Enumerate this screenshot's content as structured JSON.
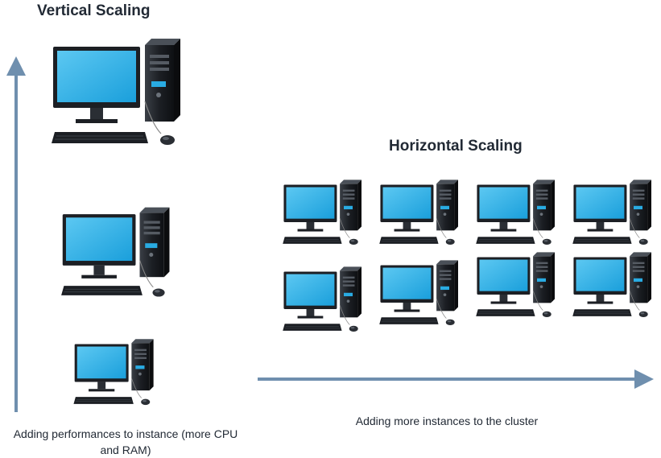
{
  "vertical": {
    "title": "Vertical Scaling",
    "caption": "Adding performances to instance (more CPU and RAM)",
    "computer_icon": "desktop-computer-icon"
  },
  "horizontal": {
    "title": "Horizontal Scaling",
    "caption": "Adding more instances to the cluster",
    "computer_icon": "desktop-computer-icon",
    "instance_count": 8
  },
  "colors": {
    "arrow": "#6f8fae",
    "screen": "#29abe2",
    "tower": "#1c1f24",
    "text": "#222a35"
  }
}
